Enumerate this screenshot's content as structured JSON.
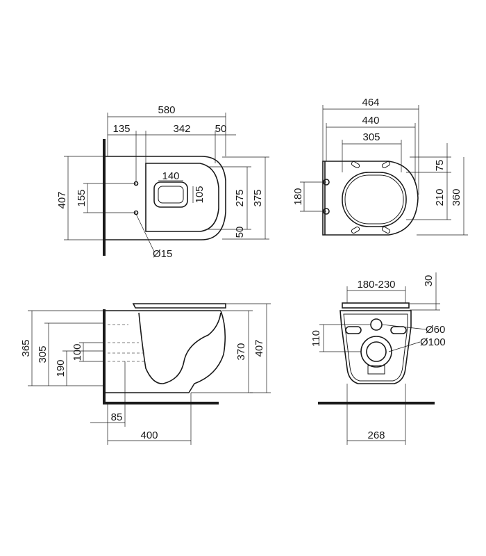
{
  "top_view": {
    "overall_length": "580",
    "wall_to_hole": "135",
    "hole_to_bowl": "342",
    "bowl_to_front": "50",
    "height_overall": "407",
    "hole_spacing": "155",
    "inner_width": "140",
    "inner_depth": "105",
    "bowl_width": "275",
    "seat_width": "375",
    "front_lip": "50",
    "hole_diameter": "Ø15"
  },
  "front_top_view": {
    "width_overall": "464",
    "width_mid": "440",
    "width_inner": "305",
    "side_180": "180",
    "right_75": "75",
    "right_210": "210",
    "right_360": "360"
  },
  "side_view": {
    "h_365": "365",
    "h_305": "305",
    "h_190": "190",
    "h_100": "100",
    "h_370": "370",
    "h_407": "407",
    "w_85": "85",
    "w_400": "400"
  },
  "rear_view": {
    "range": "180-230",
    "top_30": "30",
    "inlet_60": "Ø60",
    "outlet_100": "Ø100",
    "h_110": "110",
    "w_268": "268"
  }
}
